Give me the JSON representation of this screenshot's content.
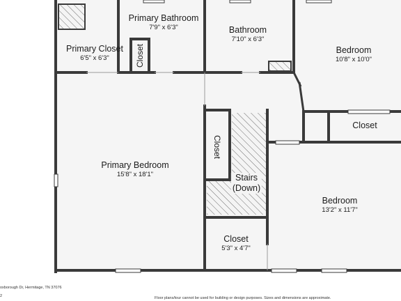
{
  "rooms": {
    "primary_bathroom": {
      "name": "Primary Bathroom",
      "dims": "7'9\" x 6'3\""
    },
    "bathroom": {
      "name": "Bathroom",
      "dims": "7'10\" x 6'3\""
    },
    "bedroom_top_right": {
      "name": "Bedroom",
      "dims": "10'8\" x 10'0\""
    },
    "primary_closet": {
      "name": "Primary Closet",
      "dims": "6'5\" x 6'3\""
    },
    "small_closet_vertical": {
      "name": "Closet"
    },
    "primary_bedroom": {
      "name": "Primary Bedroom",
      "dims": "15'8\" x 18'1\""
    },
    "closet_vertical": {
      "name": "Closet"
    },
    "stairs": {
      "line1": "Stairs",
      "line2": "(Down)"
    },
    "closet_right": {
      "name": "Closet"
    },
    "bedroom_bottom_right": {
      "name": "Bedroom",
      "dims": "13'2\" x 11'7\""
    },
    "closet_bottom": {
      "name": "Closet",
      "dims": "5'3\" x 4'7\""
    }
  },
  "footer": {
    "address": "oxborough Dr, Hermitage, TN 37076",
    "mark": "2",
    "disclaimer": "Floor plans/tour cannot be used for building or design purposes. Sizes and dimensions are approximate."
  }
}
